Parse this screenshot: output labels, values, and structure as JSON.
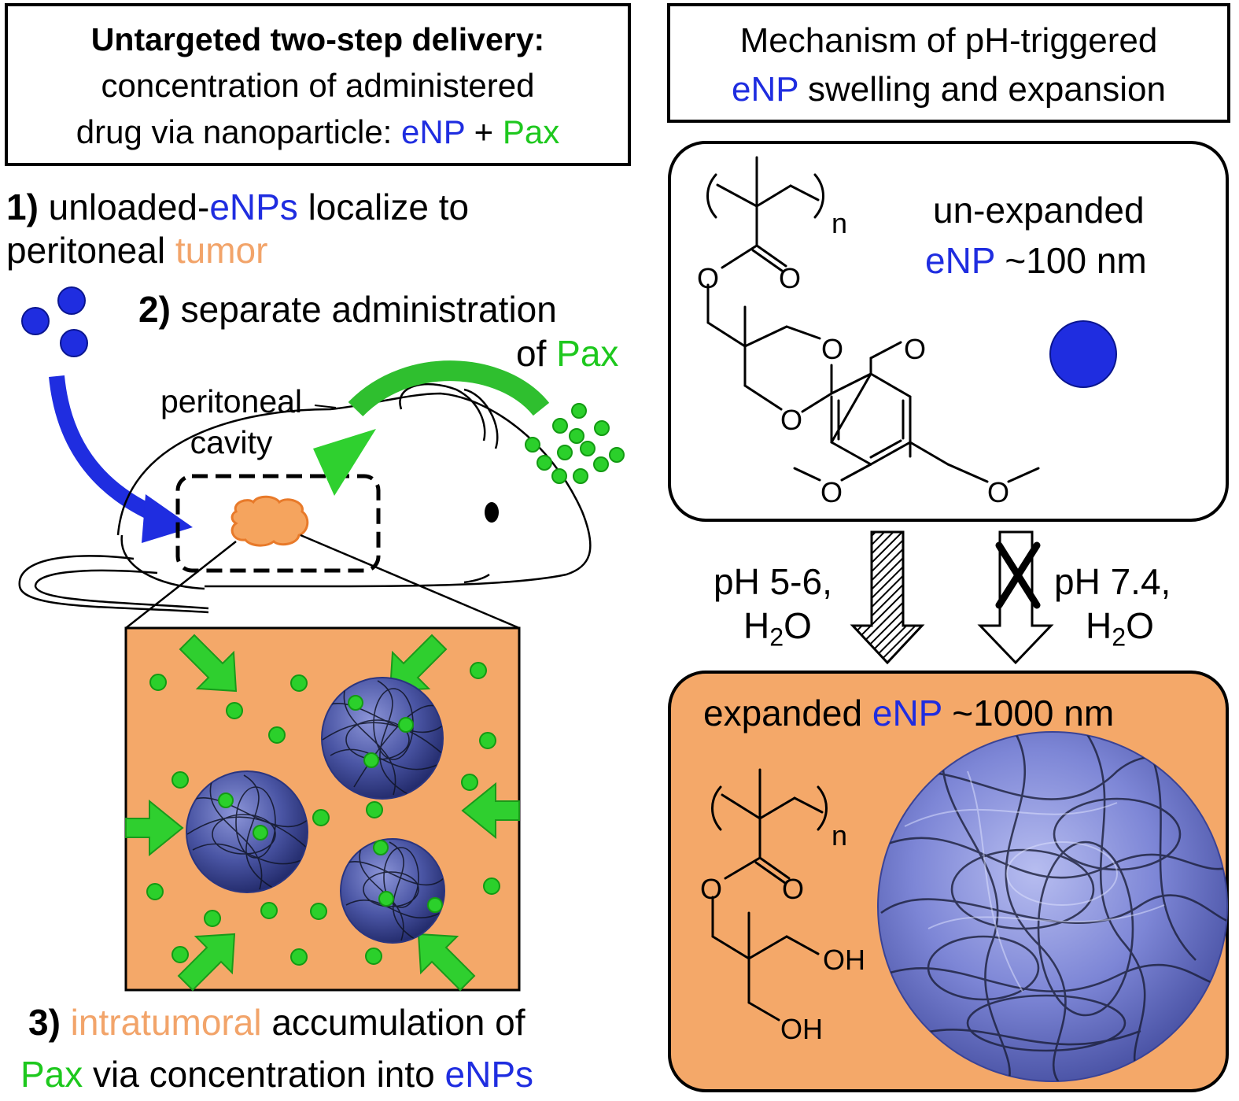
{
  "left_title": {
    "line1": "Untargeted two-step delivery:",
    "line2": "concentration of administered",
    "line3_pre": "drug via nanoparticle: ",
    "line3_enp": "eNP",
    "line3_plus": " + ",
    "line3_pax": "Pax"
  },
  "step1": {
    "num": "1)",
    "pre": " unloaded-",
    "enps": "eNPs",
    "post": " localize to",
    "line2_pre": "peritoneal ",
    "tumor": "tumor"
  },
  "step2": {
    "num": "2)",
    "line1": " separate administration",
    "line2_pre": "of ",
    "pax": "Pax"
  },
  "cavity": {
    "line1": "peritoneal",
    "line2": "cavity"
  },
  "step3": {
    "num": "3)",
    "intratumoral": " intratumoral",
    "line1_post": " accumulation of",
    "pax": "Pax",
    "line2_mid": " via concentration into ",
    "enps": "eNPs"
  },
  "right_title": {
    "line1": "Mechanism of pH-triggered",
    "enp": "eNP",
    "line2_post": " swelling and expansion"
  },
  "unexpanded": {
    "line1": "un-expanded",
    "enp": "eNP",
    "size": " ~100 nm"
  },
  "expanded": {
    "pre": "expanded ",
    "enp": "eNP",
    "size": " ~1000 nm"
  },
  "conditions": {
    "acidic_line1": "pH 5-6,",
    "acidic_h": "H",
    "acidic_sub": "2",
    "acidic_o": "O",
    "neutral_line1": "pH 7.4,",
    "neutral_h": "H",
    "neutral_sub": "2",
    "neutral_o": "O"
  },
  "chem_labels": {
    "n": "n",
    "O": "O",
    "OH": "OH"
  },
  "colors": {
    "enp_blue": "#1f2de0",
    "pax_green": "#1ec81e",
    "tumor_orange": "#f2a46a",
    "panel_orange": "#f4a869"
  }
}
